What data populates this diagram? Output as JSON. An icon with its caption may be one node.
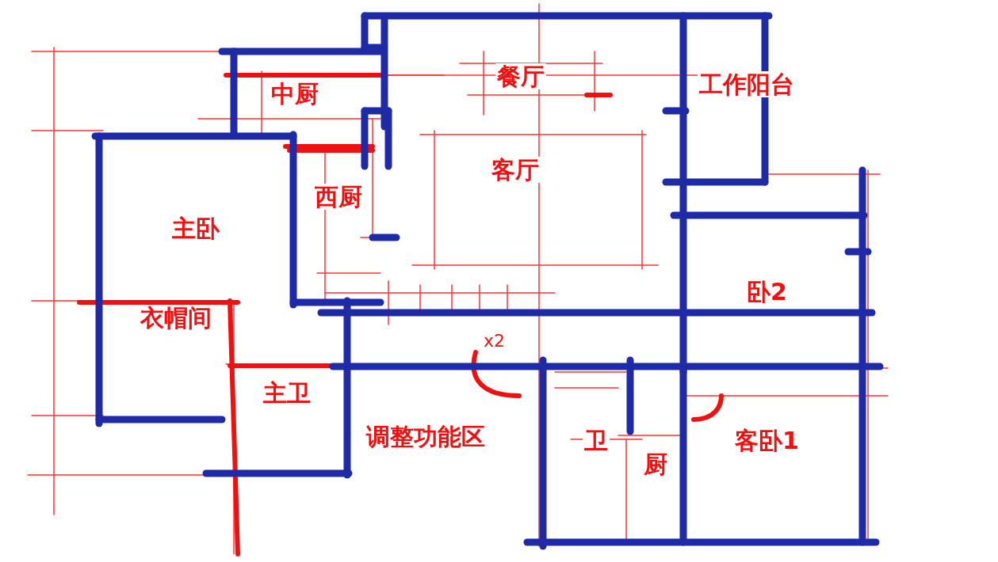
{
  "diagram": {
    "nodes": [
      {
        "text": [
          "中厨"
        ]
      },
      {
        "text": [
          "餐厅"
        ]
      },
      {
        "text": [
          "工作阳台"
        ]
      },
      {
        "text": [
          "西厨"
        ]
      },
      {
        "text": [
          "客厅"
        ]
      },
      {
        "text": [
          "主卧"
        ]
      },
      {
        "text": [
          "衣帽间"
        ]
      },
      {
        "text": [
          "主卫"
        ]
      },
      {
        "text": [
          "卧2"
        ]
      },
      {
        "text": [
          "调整功能区"
        ]
      },
      {
        "text": [
          "卫"
        ]
      },
      {
        "text": [
          "厨"
        ]
      },
      {
        "text": [
          "客卧1"
        ]
      }
    ],
    "labels": [
      "x2"
    ]
  }
}
